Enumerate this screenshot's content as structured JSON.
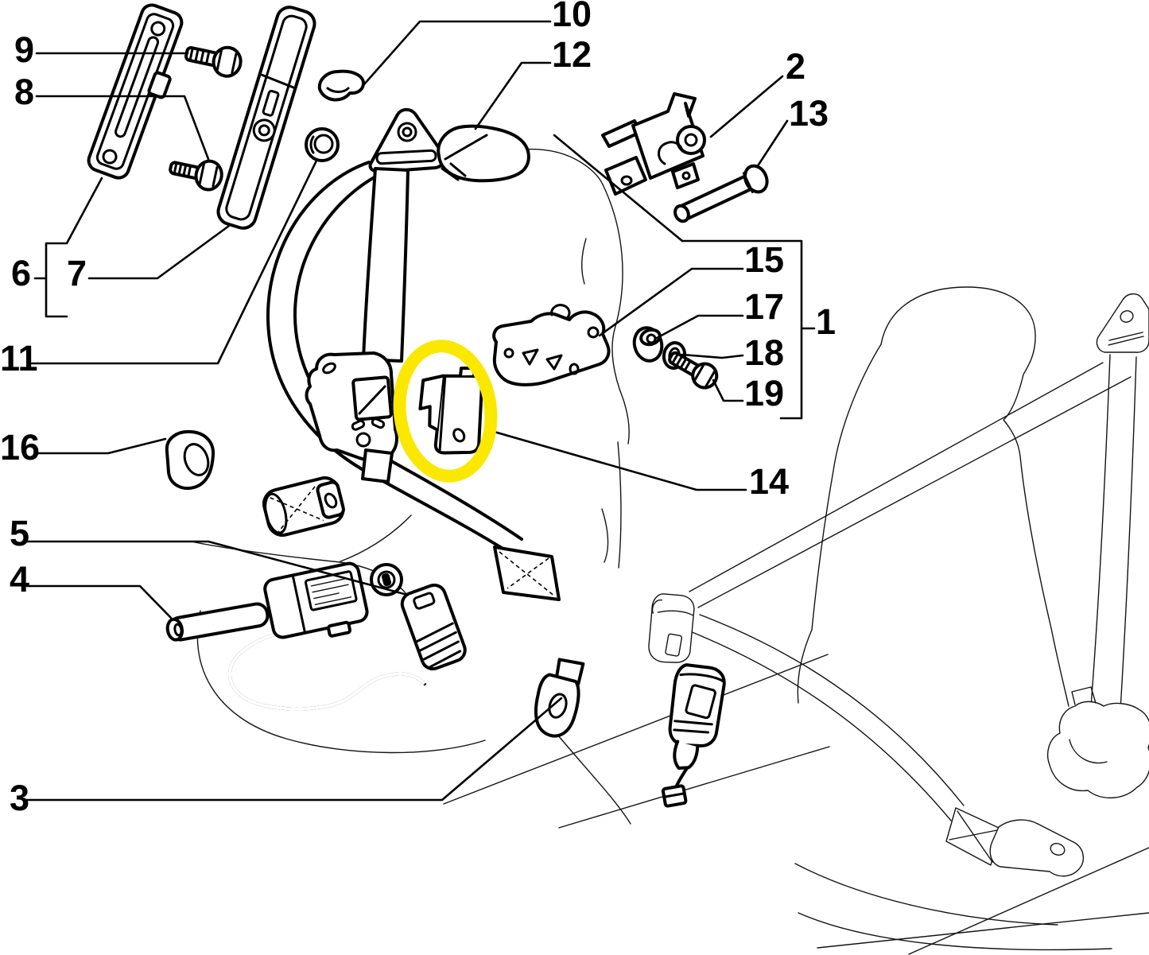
{
  "diagram": {
    "kind": "exploded-parts-diagram",
    "background_color": "#ffffff",
    "line_color": "#000000",
    "highlight": {
      "color": "#FBE800",
      "shape": "hand-drawn ellipse",
      "around_callout": "14"
    },
    "callouts": [
      "1",
      "2",
      "3",
      "4",
      "5",
      "6",
      "7",
      "8",
      "9",
      "10",
      "11",
      "12",
      "13",
      "14",
      "15",
      "16",
      "17",
      "18",
      "19"
    ]
  }
}
